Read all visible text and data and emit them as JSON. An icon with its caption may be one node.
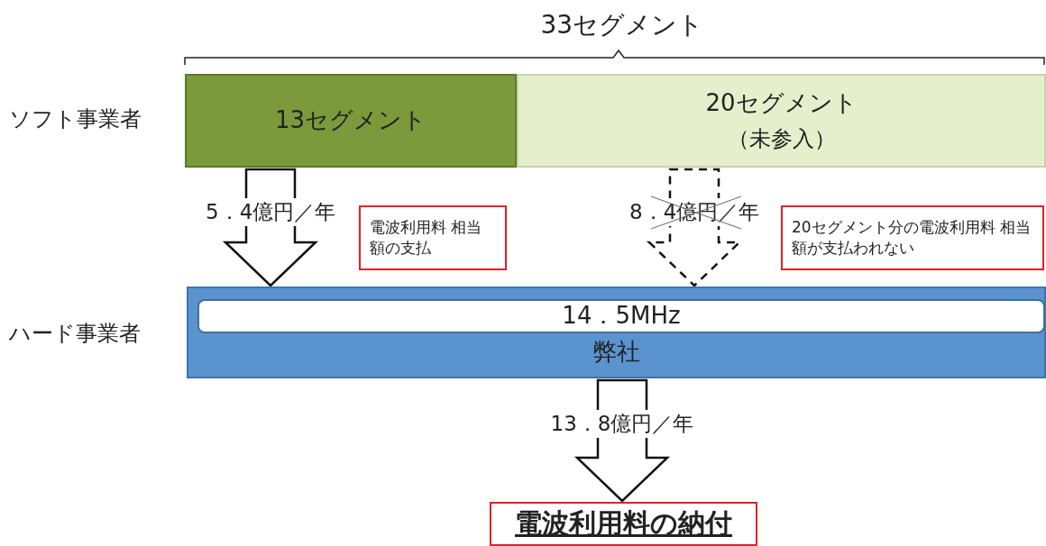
{
  "diagram": {
    "nodes": [
      {
        "text": [
          "13セグメント"
        ]
      },
      {
        "text": [
          "20セグメント",
          "（未参入）"
        ]
      },
      {
        "text": [
          "弊社"
        ]
      },
      {
        "text": [
          "14．5MHz"
        ],
        "in": 2
      },
      {
        "text": [
          "電波利用料 相当額の支払"
        ]
      },
      {
        "text": [
          "20セグメント分の電波利用料 相当額が支払われない"
        ]
      },
      {
        "text": [
          "電波利用料の納付"
        ]
      }
    ],
    "edges": [
      {
        "from": 0,
        "to": 2,
        "arrow": "to",
        "label": "5．4億円／年"
      },
      {
        "from": 1,
        "to": 2,
        "arrow": "to",
        "label": "8．4億円／年",
        "style": "dashed"
      },
      {
        "from": 2,
        "to": 6,
        "arrow": "to",
        "label": "13．8億円／年"
      }
    ],
    "labels": [
      "33セグメント",
      "ソフト事業者",
      "ハード事業者"
    ]
  }
}
